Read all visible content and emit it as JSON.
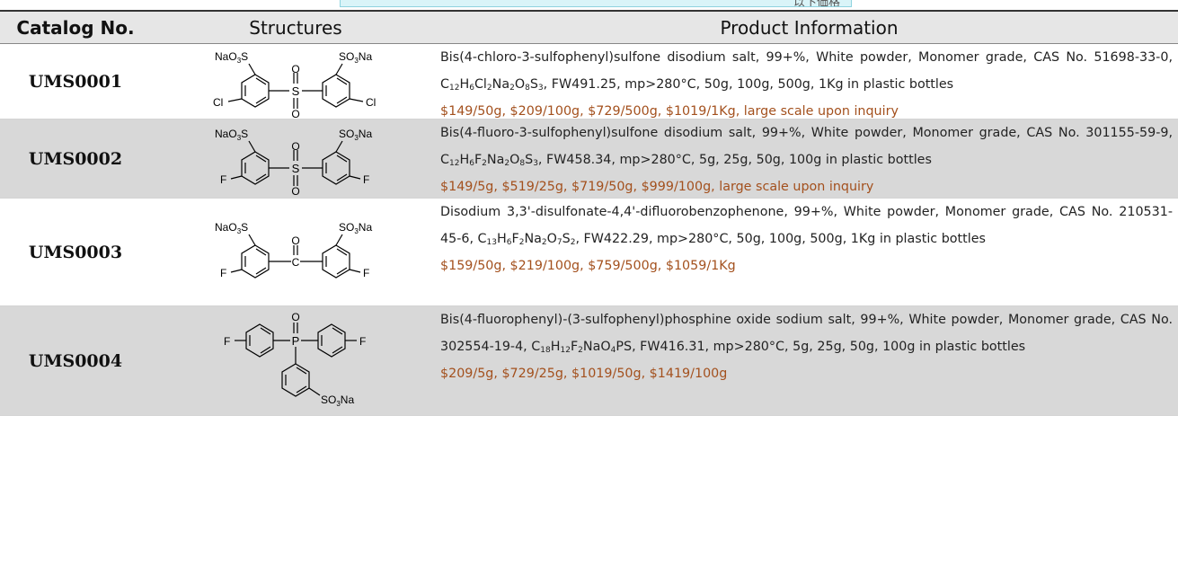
{
  "header": {
    "banner_text": "以下価格",
    "catalog_label": "Catalog No.",
    "structures_label": "Structures",
    "info_label": "Product Information"
  },
  "products": [
    {
      "catalog": "UMS0001",
      "desc_a": "Bis(4-chloro-3-sulfophenyl)sulfone disodium salt, 99+%, White powder, Monomer grade, CAS No. 51698-33-0, C",
      "formula": [
        [
          "12",
          "H"
        ],
        [
          "6",
          "Cl"
        ],
        [
          "2",
          "Na"
        ],
        [
          "2",
          "O"
        ],
        [
          "8",
          "S"
        ],
        [
          "3",
          ""
        ]
      ],
      "desc_b": ", FW491.25, mp>280°C, 50g, 100g, 500g, 1Kg in plastic bottles",
      "price": "$149/50g, $209/100g, $729/500g, $1019/1Kg, large scale upon inquiry",
      "struct": {
        "left_top": "NaO3S",
        "right_top": "SO3Na",
        "left_sub": "Cl",
        "right_sub": "Cl",
        "bridge": "SO2"
      }
    },
    {
      "catalog": "UMS0002",
      "desc_a": "Bis(4-fluoro-3-sulfophenyl)sulfone disodium salt, 99+%, White powder, Monomer grade, CAS No. 301155-59-9, C",
      "formula": [
        [
          "12",
          "H"
        ],
        [
          "6",
          "F"
        ],
        [
          "2",
          "Na"
        ],
        [
          "2",
          "O"
        ],
        [
          "8",
          "S"
        ],
        [
          "3",
          ""
        ]
      ],
      "desc_b": ", FW458.34, mp>280°C, 5g, 25g, 50g, 100g in plastic bottles",
      "price": "$149/5g, $519/25g, $719/50g, $999/100g, large scale upon inquiry",
      "struct": {
        "left_top": "NaO3S",
        "right_top": "SO3Na",
        "left_sub": "F",
        "right_sub": "F",
        "bridge": "SO2"
      }
    },
    {
      "catalog": "UMS0003",
      "desc_a": "Disodium 3,3'-disulfonate-4,4'-difluorobenzophenone, 99+%, White powder, Monomer grade, CAS No. 210531-45-6, C",
      "formula": [
        [
          "13",
          "H"
        ],
        [
          "6",
          "F"
        ],
        [
          "2",
          "Na"
        ],
        [
          "2",
          "O"
        ],
        [
          "7",
          "S"
        ],
        [
          "2",
          ""
        ]
      ],
      "desc_b": ", FW422.29, mp>280°C, 50g, 100g, 500g, 1Kg in plastic bottles",
      "price": "$159/50g, $219/100g, $759/500g, $1059/1Kg",
      "struct": {
        "left_top": "NaO3S",
        "right_top": "SO3Na",
        "left_sub": "F",
        "right_sub": "F",
        "bridge": "CO"
      }
    },
    {
      "catalog": "UMS0004",
      "desc_a": "Bis(4-fluorophenyl)-(3-sulfophenyl)phosphine oxide sodium salt, 99+%, White powder, Monomer grade, CAS No. 302554-19-4, C",
      "formula": [
        [
          "18",
          "H"
        ],
        [
          "12",
          "F"
        ],
        [
          "2",
          "NaO"
        ],
        [
          "4",
          "PS"
        ],
        [
          "",
          ""
        ]
      ],
      "desc_b": ", FW416.31, mp>280°C, 5g, 25g, 50g, 100g in plastic bottles",
      "price": "$209/5g, $729/25g, $1019/50g, $1419/100g",
      "struct": {
        "left_sub": "F",
        "right_sub": "F",
        "bottom_sub": "SO3Na",
        "bridge": "PO"
      }
    }
  ]
}
